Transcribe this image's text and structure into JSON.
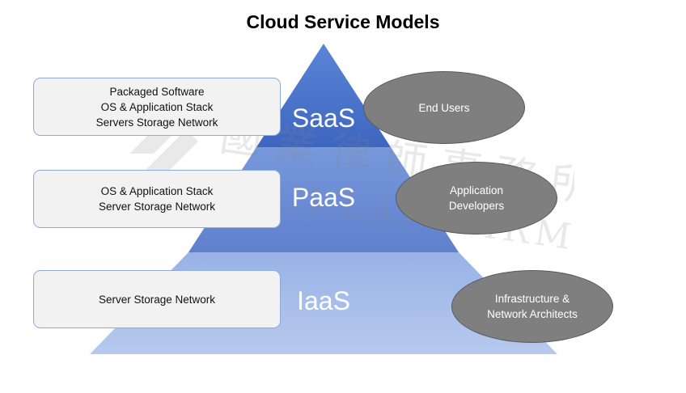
{
  "title": "Cloud Service Models",
  "tiers": [
    {
      "name": "SaaS",
      "lines": [
        "Packaged Software",
        "OS & Application Stack",
        "Servers Storage Network"
      ],
      "audience": [
        "End Users"
      ],
      "color": "#4472c4"
    },
    {
      "name": "PaaS",
      "lines": [
        "OS & Application Stack",
        "Server Storage Network"
      ],
      "audience": [
        "Application",
        "Developers"
      ],
      "color": "#6f8fd3"
    },
    {
      "name": "IaaS",
      "lines": [
        "Server Storage Network"
      ],
      "audience": [
        "Infrastructure &",
        "Network Architects"
      ],
      "color": "#a3b9e6"
    }
  ],
  "watermark": {
    "cjk": "國 業 律 師 事 務 所",
    "latin": "HUI LAW FIRM"
  }
}
